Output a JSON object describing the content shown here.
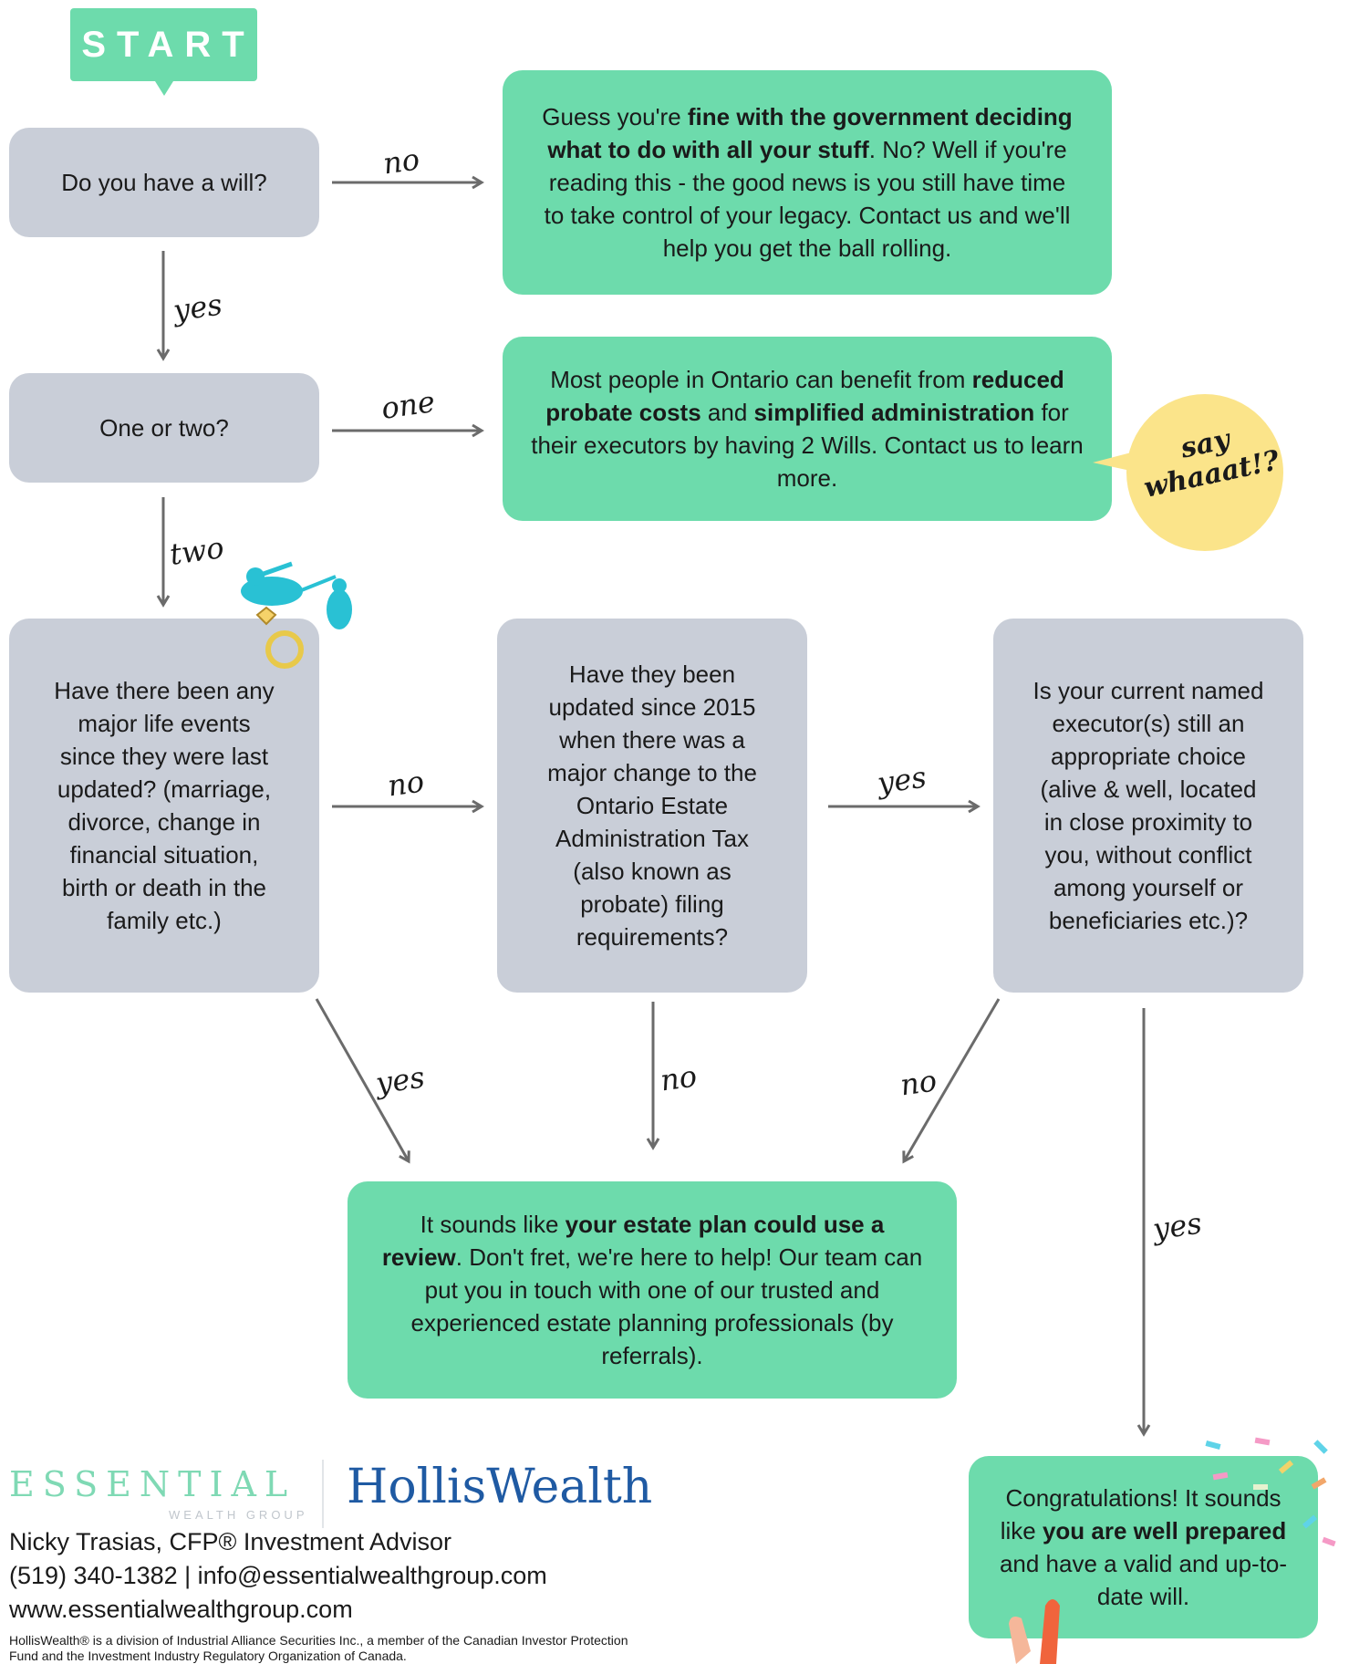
{
  "start": {
    "label": "START"
  },
  "nodes": {
    "q1": "Do you have a will?",
    "r_nowill": [
      {
        "t": "Guess you're ",
        "b": false
      },
      {
        "t": "fine with the government deciding what to do with all your stuff",
        "b": true
      },
      {
        "t": ". No? Well if you're reading this - the good news is you still have time to take control of your legacy. Contact us and we'll help you get the ball rolling.",
        "b": false
      }
    ],
    "q2": "One or two?",
    "r_one": [
      {
        "t": "Most people in Ontario can benefit from ",
        "b": false
      },
      {
        "t": "reduced probate costs",
        "b": true
      },
      {
        "t": " and ",
        "b": false
      },
      {
        "t": "simplified administration",
        "b": true
      },
      {
        "t": " for their executors by having 2 Wills. Contact us to learn more.",
        "b": false
      }
    ],
    "q3": "Have there been any major life events since they were last updated? (marriage, divorce, change in financial situation, birth or death in the family etc.)",
    "q4": "Have they been updated since 2015 when there was a major change to the Ontario Estate Administration Tax (also known as probate) filing requirements?",
    "q5": "Is your current named executor(s) still an appropriate choice (alive & well, located in close proximity to you, without conflict among yourself or beneficiaries etc.)?",
    "r_review": [
      {
        "t": "It sounds like ",
        "b": false
      },
      {
        "t": "your estate plan could use a review",
        "b": true
      },
      {
        "t": ". Don't fret, we're here to help! Our team can put you in touch with one of our trusted and experienced estate planning professionals (by referrals).",
        "b": false
      }
    ],
    "r_congrats": [
      {
        "t": "Congratulations! It sounds like ",
        "b": false
      },
      {
        "t": "you are well prepared",
        "b": true
      },
      {
        "t": " and have a valid and up-to-date will.",
        "b": false
      }
    ]
  },
  "edge_labels": {
    "q1_no": "no",
    "q1_yes": "yes",
    "q2_one": "one",
    "q2_two": "two",
    "q3_no": "no",
    "q3_yes": "yes",
    "q4_yes": "yes",
    "q4_no": "no",
    "q5_no": "no",
    "q5_yes": "yes"
  },
  "bubble": {
    "text": "say whaaat!?"
  },
  "footer": {
    "essential_logo": "ESSENTIAL",
    "essential_sub": "WEALTH GROUP",
    "holliswealth_logo": "HollisWealth",
    "advisor": "Nicky Trasias, CFP® Investment Advisor",
    "contact": "(519) 340-1382 | info@essentialwealthgroup.com",
    "website": "www.essentialwealthgroup.com",
    "disclaimer": "HollisWealth® is a division of Industrial Alliance Securities Inc., a member of the Canadian Investor Protection Fund and the Investment Industry Regulatory Organization of Canada."
  },
  "colors": {
    "green": "#6ddbac",
    "grey": "#c9ced8",
    "arrow": "#6b6b6b",
    "bubble": "#fbe48a"
  }
}
